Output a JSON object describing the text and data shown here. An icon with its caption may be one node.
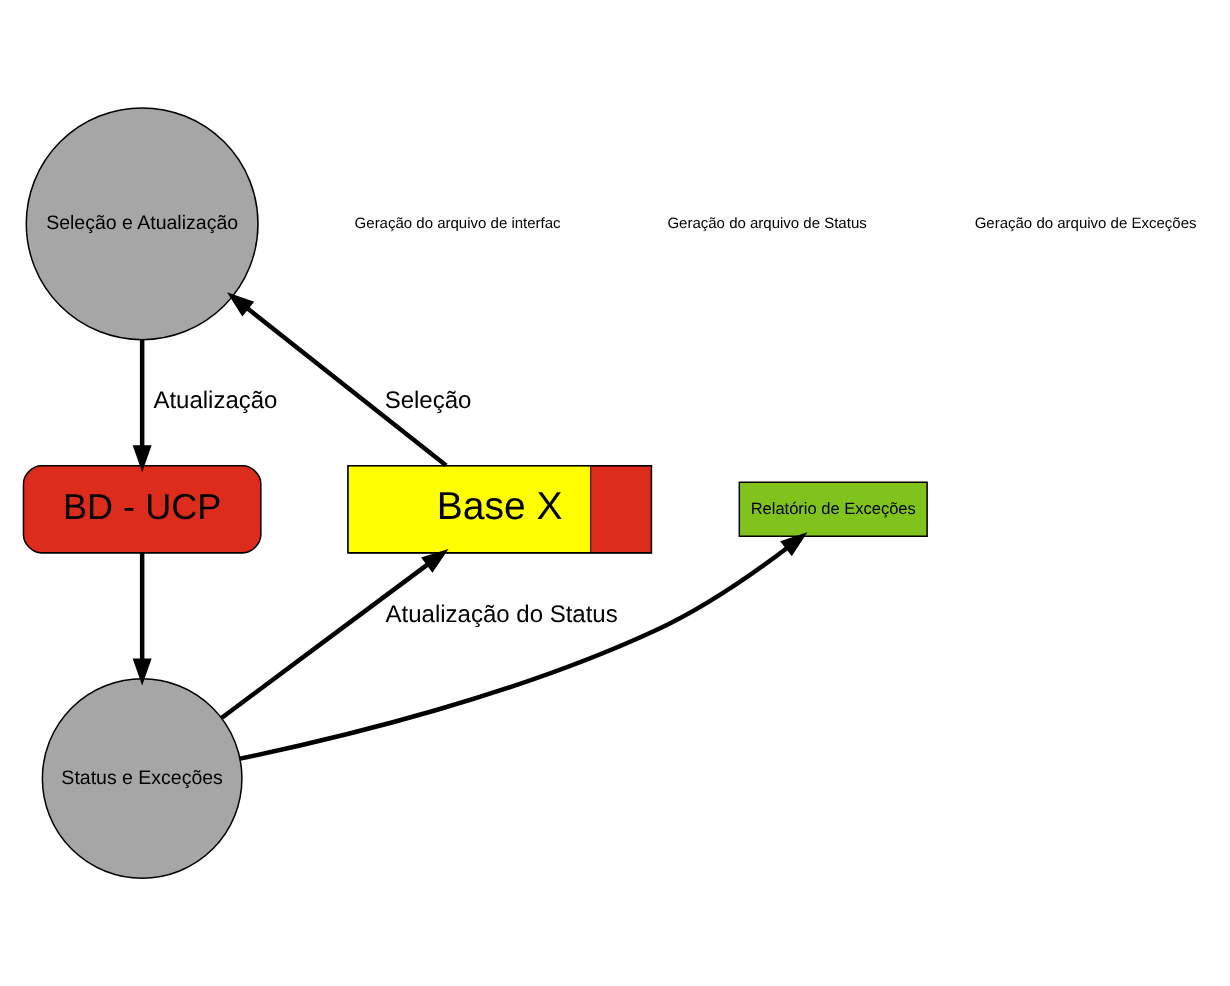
{
  "diagram": {
    "nodes": [
      {
        "text": [
          "Seleção e Atualização"
        ]
      },
      {
        "text": [
          "Base X"
        ]
      },
      {
        "text": [
          "Relatório de Exceções"
        ]
      },
      {
        "text": [
          "BD - UCP"
        ]
      },
      {
        "text": [
          "Status e Exceções"
        ]
      }
    ],
    "edges": [
      {
        "from": 1,
        "to": 0,
        "arrow": "to",
        "label": "Seleção"
      },
      {
        "from": 0,
        "to": 3,
        "arrow": "to",
        "label": "Atualização"
      },
      {
        "from": 3,
        "to": 4,
        "arrow": "to"
      },
      {
        "from": 4,
        "to": 1,
        "arrow": "to",
        "label": "Atualização do Status"
      },
      {
        "from": 4,
        "to": 2,
        "arrow": "to"
      }
    ],
    "labels": [
      "Geração do arquivo de interfac",
      "Geração do arquivo de Status",
      "Geração do arquivo de Exceções"
    ]
  }
}
